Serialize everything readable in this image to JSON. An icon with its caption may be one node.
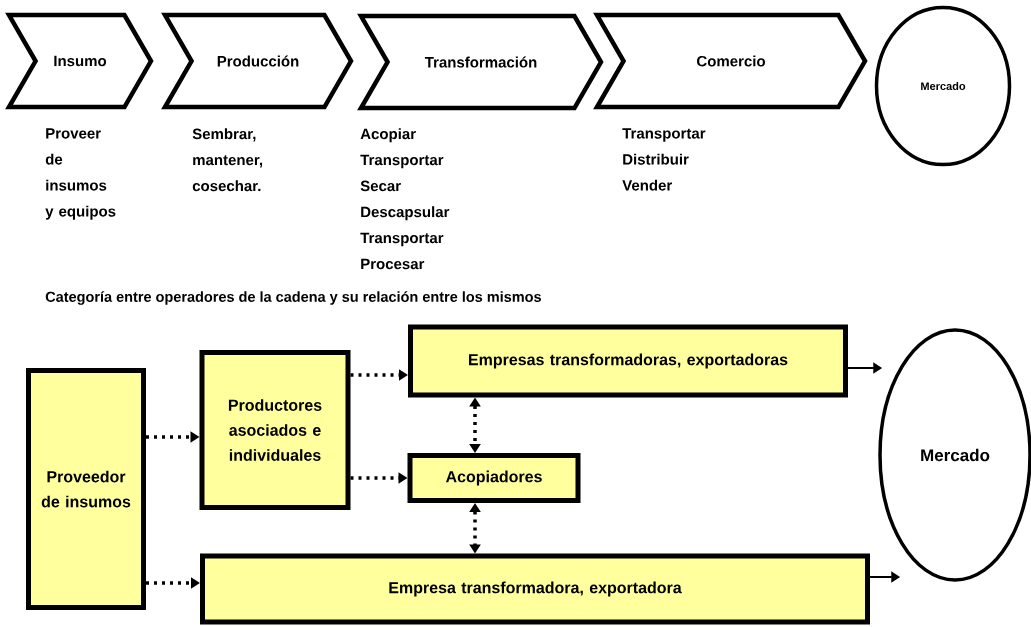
{
  "diagram": {
    "nodes": [
      {
        "text": [
          "Insumo"
        ],
        "beside": [
          "Proveer de insumos y equipos"
        ]
      },
      {
        "text": [
          "Producción"
        ],
        "beside": [
          "Sembrar, mantener, cosechar."
        ]
      },
      {
        "text": [
          "Transformación"
        ],
        "beside": [
          "Acopiar",
          "Transportar",
          "Secar",
          "Descapsular",
          "Transportar",
          "Procesar"
        ]
      },
      {
        "text": [
          "Comercio"
        ],
        "beside": [
          "Transportar",
          "Distribuir",
          "Vender"
        ]
      },
      {
        "text": [
          "Mercado"
        ]
      },
      {
        "text": [
          "Proveedor de insumos"
        ]
      },
      {
        "text": [
          "Productores asociados e individuales"
        ]
      },
      {
        "text": [
          "Empresas transformadoras, exportadoras"
        ]
      },
      {
        "text": [
          "Acopiadores"
        ]
      },
      {
        "text": [
          "Empresa transformadora, exportadora"
        ]
      },
      {
        "text": [
          "Mercado"
        ]
      }
    ],
    "edges": [
      {
        "from": 5,
        "to": 6,
        "arrow": "to",
        "style": "dashed"
      },
      {
        "from": 6,
        "to": 7,
        "arrow": "to",
        "style": "dashed"
      },
      {
        "from": 6,
        "to": 8,
        "arrow": "to",
        "style": "dashed"
      },
      {
        "from": 5,
        "to": 9,
        "arrow": "to",
        "style": "dashed"
      },
      {
        "from": 7,
        "to": 8,
        "arrow": "both",
        "style": "dashed"
      },
      {
        "from": 8,
        "to": 9,
        "arrow": "both",
        "style": "dashed"
      },
      {
        "from": 7,
        "to": 10,
        "arrow": "to"
      },
      {
        "from": 9,
        "to": 10,
        "arrow": "to"
      }
    ],
    "labels": [
      "Categoría entre operadores de la cadena y su relación entre los mismos"
    ]
  }
}
